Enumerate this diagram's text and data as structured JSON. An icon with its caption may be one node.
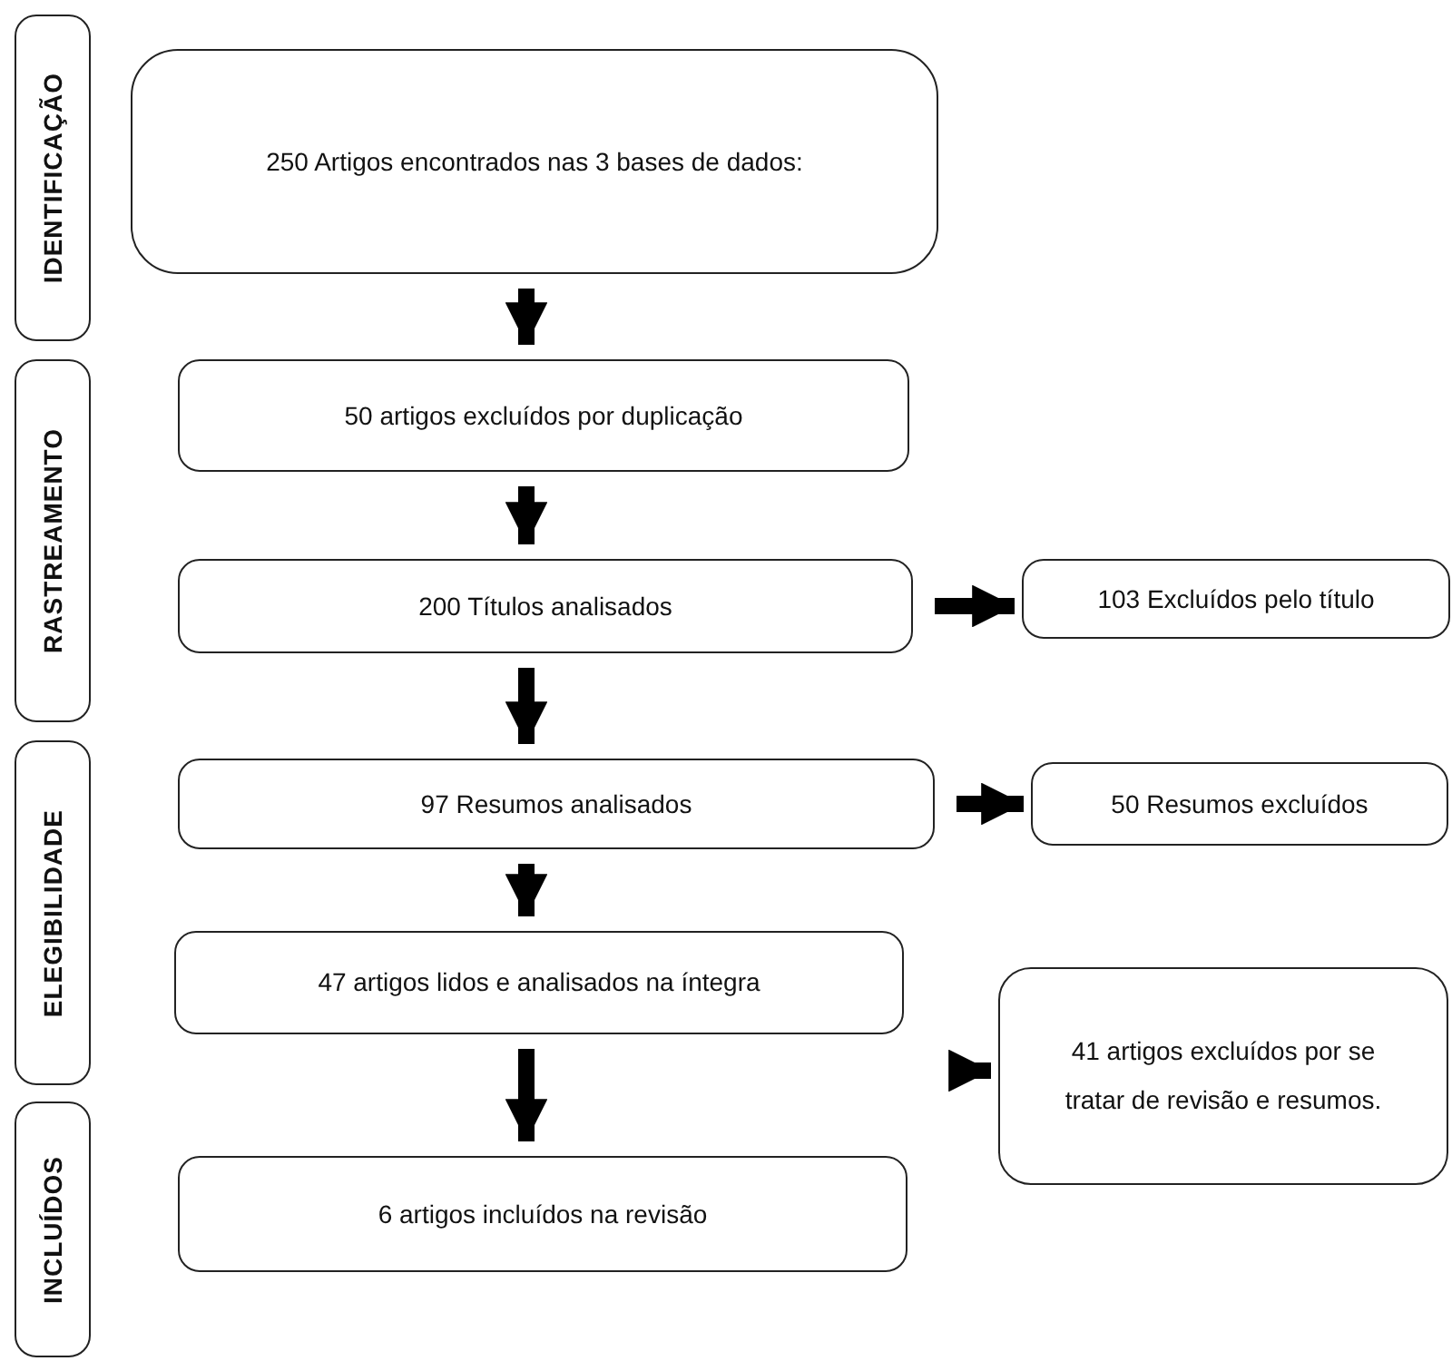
{
  "diagram": {
    "nodes": [
      {
        "text": [
          "IDENTIFICAÇÃO"
        ]
      },
      {
        "text": [
          "250 Artigos encontrados nas 3 bases de dados:"
        ]
      },
      {
        "text": [
          "RASTREAMENTO"
        ]
      },
      {
        "text": [
          "50 artigos excluídos por duplicação"
        ]
      },
      {
        "text": [
          "200 Títulos analisados"
        ]
      },
      {
        "text": [
          "103 Excluídos pelo título"
        ]
      },
      {
        "text": [
          "ELEGIBILIDADE"
        ]
      },
      {
        "text": [
          "97 Resumos analisados"
        ]
      },
      {
        "text": [
          "50 Resumos excluídos"
        ]
      },
      {
        "text": [
          "47 artigos lidos e analisados na íntegra"
        ]
      },
      {
        "text": [
          "41 artigos excluídos por se tratar de revisão e resumos."
        ]
      },
      {
        "text": [
          "INCLUÍDOS"
        ]
      },
      {
        "text": [
          "6 artigos incluídos na revisão"
        ]
      }
    ],
    "edges": [
      {
        "from": 1,
        "to": 3,
        "arrow": "to"
      },
      {
        "from": 3,
        "to": 4,
        "arrow": "to"
      },
      {
        "from": 4,
        "to": 5,
        "arrow": "to"
      },
      {
        "from": 4,
        "to": 7,
        "arrow": "to"
      },
      {
        "from": 7,
        "to": 8,
        "arrow": "to"
      },
      {
        "from": 7,
        "to": 9,
        "arrow": "to"
      },
      {
        "from": null,
        "to": 10,
        "arrow": "to"
      },
      {
        "from": 9,
        "to": 12,
        "arrow": "to"
      }
    ]
  }
}
